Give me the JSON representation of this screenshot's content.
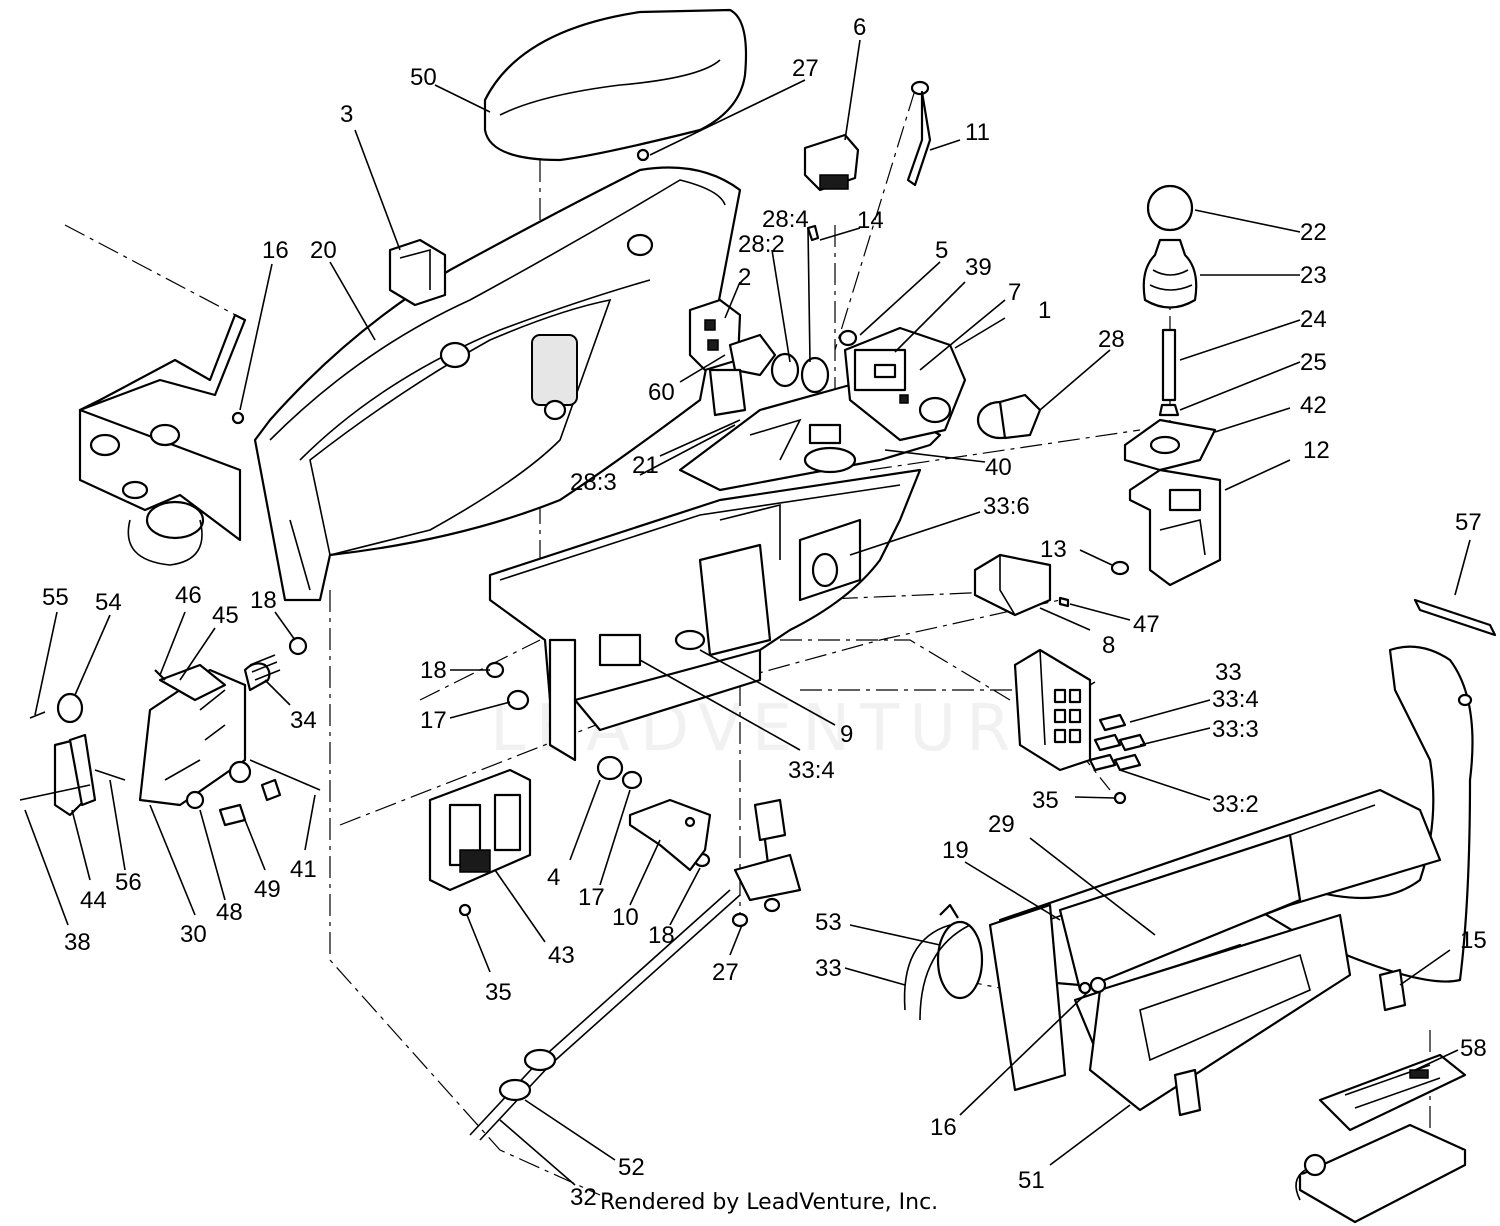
{
  "watermark": "LEADVENTURE",
  "credit": "Rendered by LeadVenture, Inc.",
  "callouts": [
    {
      "id": "c1",
      "label": "1"
    },
    {
      "id": "c2",
      "label": "2"
    },
    {
      "id": "c3",
      "label": "3"
    },
    {
      "id": "c4",
      "label": "4"
    },
    {
      "id": "c5",
      "label": "5"
    },
    {
      "id": "c6",
      "label": "6"
    },
    {
      "id": "c7",
      "label": "7"
    },
    {
      "id": "c8",
      "label": "8"
    },
    {
      "id": "c9",
      "label": "9"
    },
    {
      "id": "c10",
      "label": "10"
    },
    {
      "id": "c11",
      "label": "11"
    },
    {
      "id": "c12",
      "label": "12"
    },
    {
      "id": "c13",
      "label": "13"
    },
    {
      "id": "c14",
      "label": "14"
    },
    {
      "id": "c15",
      "label": "15"
    },
    {
      "id": "c16a",
      "label": "16"
    },
    {
      "id": "c16b",
      "label": "16"
    },
    {
      "id": "c17a",
      "label": "17"
    },
    {
      "id": "c17b",
      "label": "17"
    },
    {
      "id": "c18a",
      "label": "18"
    },
    {
      "id": "c18b",
      "label": "18"
    },
    {
      "id": "c18c",
      "label": "18"
    },
    {
      "id": "c19",
      "label": "19"
    },
    {
      "id": "c20",
      "label": "20"
    },
    {
      "id": "c21",
      "label": "21"
    },
    {
      "id": "c22",
      "label": "22"
    },
    {
      "id": "c23",
      "label": "23"
    },
    {
      "id": "c24",
      "label": "24"
    },
    {
      "id": "c25",
      "label": "25"
    },
    {
      "id": "c27a",
      "label": "27"
    },
    {
      "id": "c27b",
      "label": "27"
    },
    {
      "id": "c28",
      "label": "28"
    },
    {
      "id": "c28_2",
      "label": "28:2"
    },
    {
      "id": "c28_3",
      "label": "28:3"
    },
    {
      "id": "c28_4",
      "label": "28:4"
    },
    {
      "id": "c29",
      "label": "29"
    },
    {
      "id": "c30",
      "label": "30"
    },
    {
      "id": "c32",
      "label": "32"
    },
    {
      "id": "c33a",
      "label": "33"
    },
    {
      "id": "c33b",
      "label": "33"
    },
    {
      "id": "c33_2",
      "label": "33:2"
    },
    {
      "id": "c33_3",
      "label": "33:3"
    },
    {
      "id": "c33_4a",
      "label": "33:4"
    },
    {
      "id": "c33_4b",
      "label": "33:4"
    },
    {
      "id": "c33_6",
      "label": "33:6"
    },
    {
      "id": "c34",
      "label": "34"
    },
    {
      "id": "c35a",
      "label": "35"
    },
    {
      "id": "c35b",
      "label": "35"
    },
    {
      "id": "c38",
      "label": "38"
    },
    {
      "id": "c39",
      "label": "39"
    },
    {
      "id": "c40",
      "label": "40"
    },
    {
      "id": "c41",
      "label": "41"
    },
    {
      "id": "c42",
      "label": "42"
    },
    {
      "id": "c43",
      "label": "43"
    },
    {
      "id": "c44",
      "label": "44"
    },
    {
      "id": "c45",
      "label": "45"
    },
    {
      "id": "c46",
      "label": "46"
    },
    {
      "id": "c47",
      "label": "47"
    },
    {
      "id": "c48",
      "label": "48"
    },
    {
      "id": "c49",
      "label": "49"
    },
    {
      "id": "c50",
      "label": "50"
    },
    {
      "id": "c51",
      "label": "51"
    },
    {
      "id": "c52",
      "label": "52"
    },
    {
      "id": "c53",
      "label": "53"
    },
    {
      "id": "c54",
      "label": "54"
    },
    {
      "id": "c55",
      "label": "55"
    },
    {
      "id": "c56",
      "label": "56"
    },
    {
      "id": "c57",
      "label": "57"
    },
    {
      "id": "c58",
      "label": "58"
    },
    {
      "id": "c60",
      "label": "60"
    }
  ]
}
